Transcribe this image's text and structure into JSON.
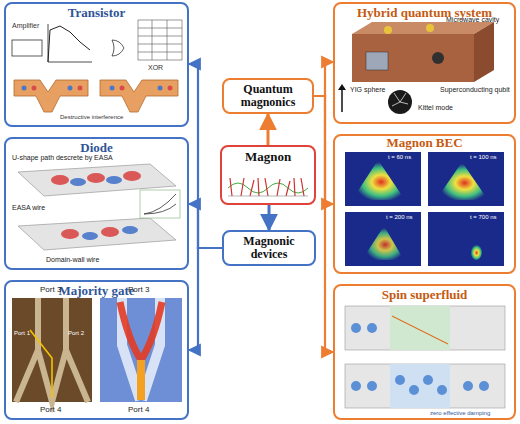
{
  "diagram": {
    "nodes": [
      {
        "text": [
          "Transistor"
        ]
      },
      {
        "text": [
          "Diode"
        ]
      },
      {
        "text": [
          "Majority gate"
        ]
      },
      {
        "text": [
          "Quantum magnonics"
        ]
      },
      {
        "text": [
          "Magnon"
        ]
      },
      {
        "text": [
          "Magnonic devices"
        ]
      },
      {
        "text": [
          "Hybrid quantum system"
        ]
      },
      {
        "text": [
          "Magnon BEC"
        ]
      },
      {
        "text": [
          "Spin superfluid"
        ]
      }
    ],
    "edges": [
      {
        "from": 4,
        "to": 3,
        "arrow": "to"
      },
      {
        "from": 4,
        "to": 5,
        "arrow": "to"
      },
      {
        "from": 5,
        "to": 0,
        "arrow": "to"
      },
      {
        "from": 5,
        "to": 1,
        "arrow": "to"
      },
      {
        "from": 5,
        "to": 2,
        "arrow": "to"
      },
      {
        "from": 3,
        "to": 6,
        "arrow": "to"
      },
      {
        "from": 3,
        "to": 7,
        "arrow": "to"
      },
      {
        "from": 3,
        "to": 8,
        "arrow": "to"
      }
    ],
    "labels": [
      "Amplifier",
      "XOR",
      "Destructive interference",
      "U-shape path descrete by EASA",
      "EASA wire",
      "Domain-wall wire",
      "Port 1",
      "Port 2",
      "Port 3",
      "Port 4",
      "Port 3",
      "Port 4",
      "Microwave cavity",
      "YIG sphere",
      "Superconducting qubit",
      "Kittel mode",
      "t = 60 ns",
      "t = 100 ns",
      "t = 200 ns",
      "t = 700 ns",
      "zero effective damping"
    ]
  }
}
